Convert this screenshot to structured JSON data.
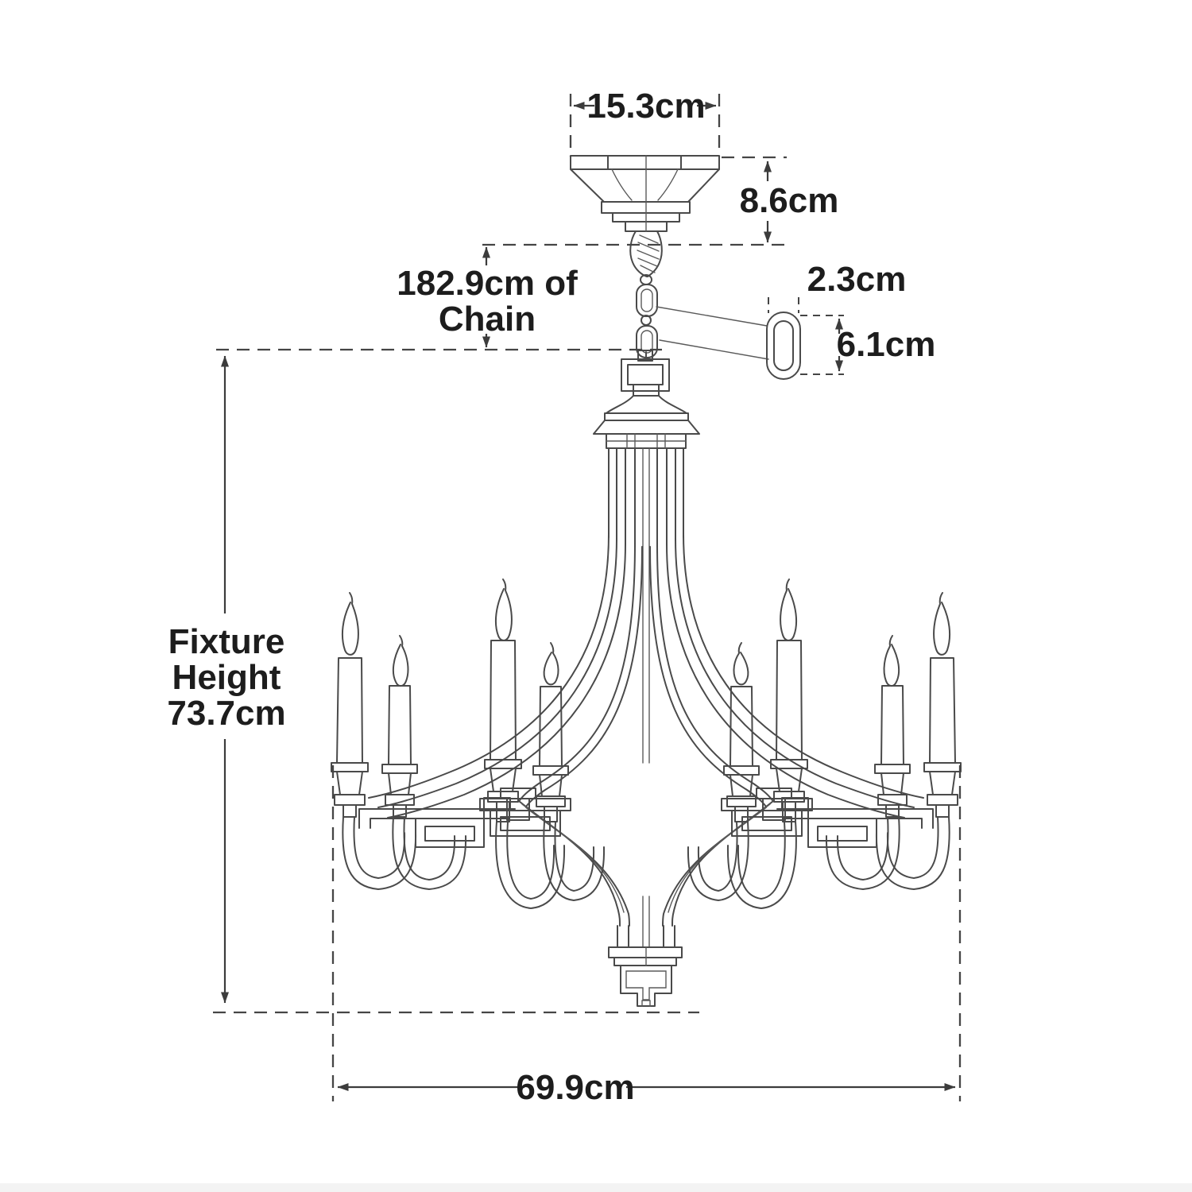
{
  "dimensions": {
    "canopy_width": "15.3cm",
    "canopy_height": "8.6cm",
    "chain_length_line1": "182.9cm of",
    "chain_length_line2": "Chain",
    "chain_link_width": "2.3cm",
    "chain_link_height": "6.1cm",
    "fixture_height_line1": "Fixture",
    "fixture_height_line2": "Height",
    "fixture_height_line3": "73.7cm",
    "fixture_width": "69.9cm"
  },
  "colors": {
    "line": "#4a4a4a",
    "dimension_line": "#3c3c3c",
    "text": "#1d1d1d",
    "background": "#ffffff"
  }
}
